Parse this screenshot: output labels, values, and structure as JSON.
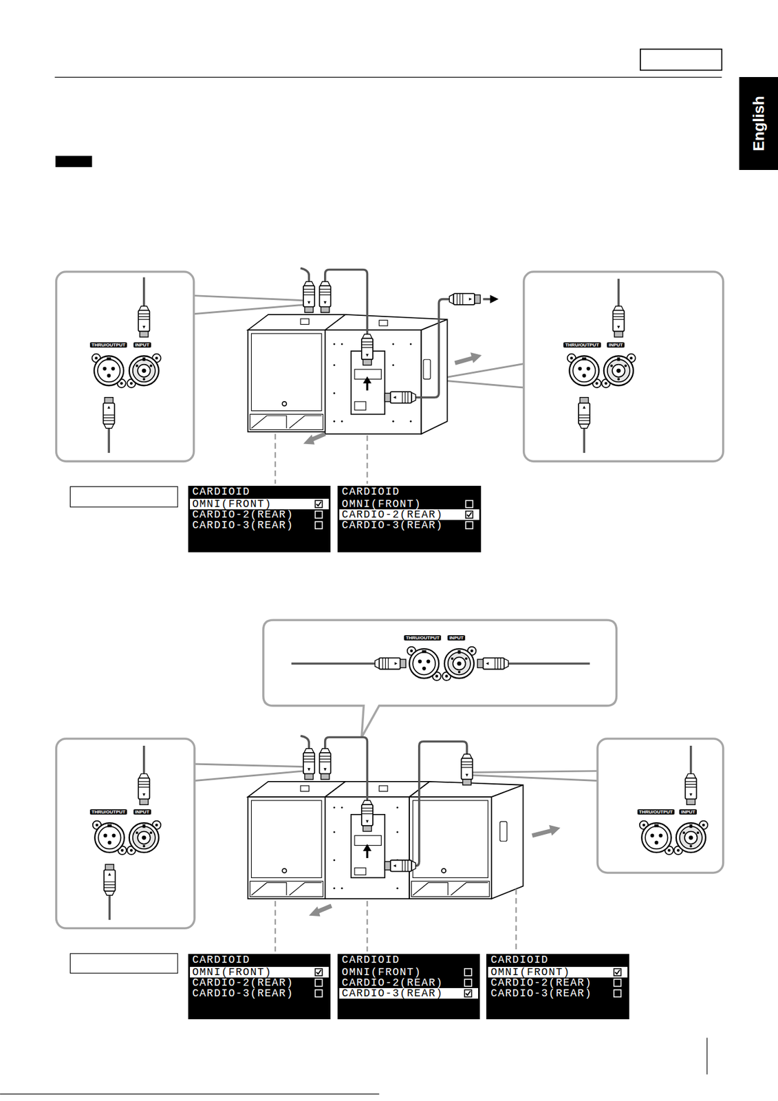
{
  "diagram": {
    "nodes": [
      {
        "text": [
          "English"
        ]
      },
      {
        "text": [
          "THRU/OUTPUT",
          "INPUT"
        ]
      },
      {
        "text": [
          "THRU/OUTPUT",
          "INPUT"
        ]
      },
      {
        "text": [
          "CARDIOID",
          "OMNI(FRONT)",
          "CARDIO-2(REAR)",
          "CARDIO-3(REAR)"
        ]
      },
      {
        "text": [
          "CARDIOID",
          "OMNI(FRONT)",
          "CARDIO-2(REAR)",
          "CARDIO-3(REAR)"
        ]
      },
      {
        "text": [
          "THRU/OUTPUT",
          "INPUT"
        ]
      },
      {
        "text": [
          "THRU/OUTPUT",
          "INPUT"
        ]
      },
      {
        "text": [
          "THRU/OUTPUT",
          "INPUT"
        ]
      },
      {
        "text": [
          "CARDIOID",
          "OMNI(FRONT)",
          "CARDIO-2(REAR)",
          "CARDIO-3(REAR)"
        ]
      },
      {
        "text": [
          "CARDIOID",
          "OMNI(FRONT)",
          "CARDIO-2(REAR)",
          "CARDIO-3(REAR)"
        ]
      },
      {
        "text": [
          "CARDIOID",
          "OMNI(FRONT)",
          "CARDIO-2(REAR)",
          "CARDIO-3(REAR)"
        ]
      }
    ]
  }
}
